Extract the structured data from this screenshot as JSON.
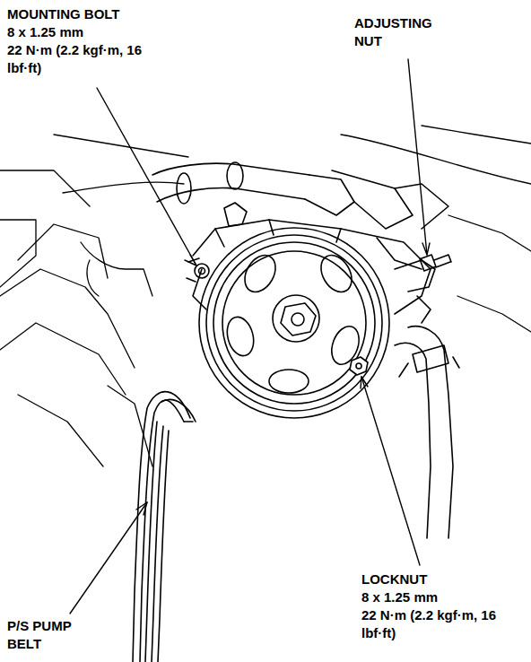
{
  "diagram": {
    "labels": [
      "MOUNTING BOLT",
      "8 x 1.25 mm",
      "22 N·m (2.2 kgf·m, 16 lbf·ft)",
      "ADJUSTING NUT",
      "LOCKNUT",
      "8 x 1.25 mm",
      "22 N·m (2.2 kgf·m, 16 lbf·ft)",
      "P/S PUMP BELT"
    ]
  }
}
